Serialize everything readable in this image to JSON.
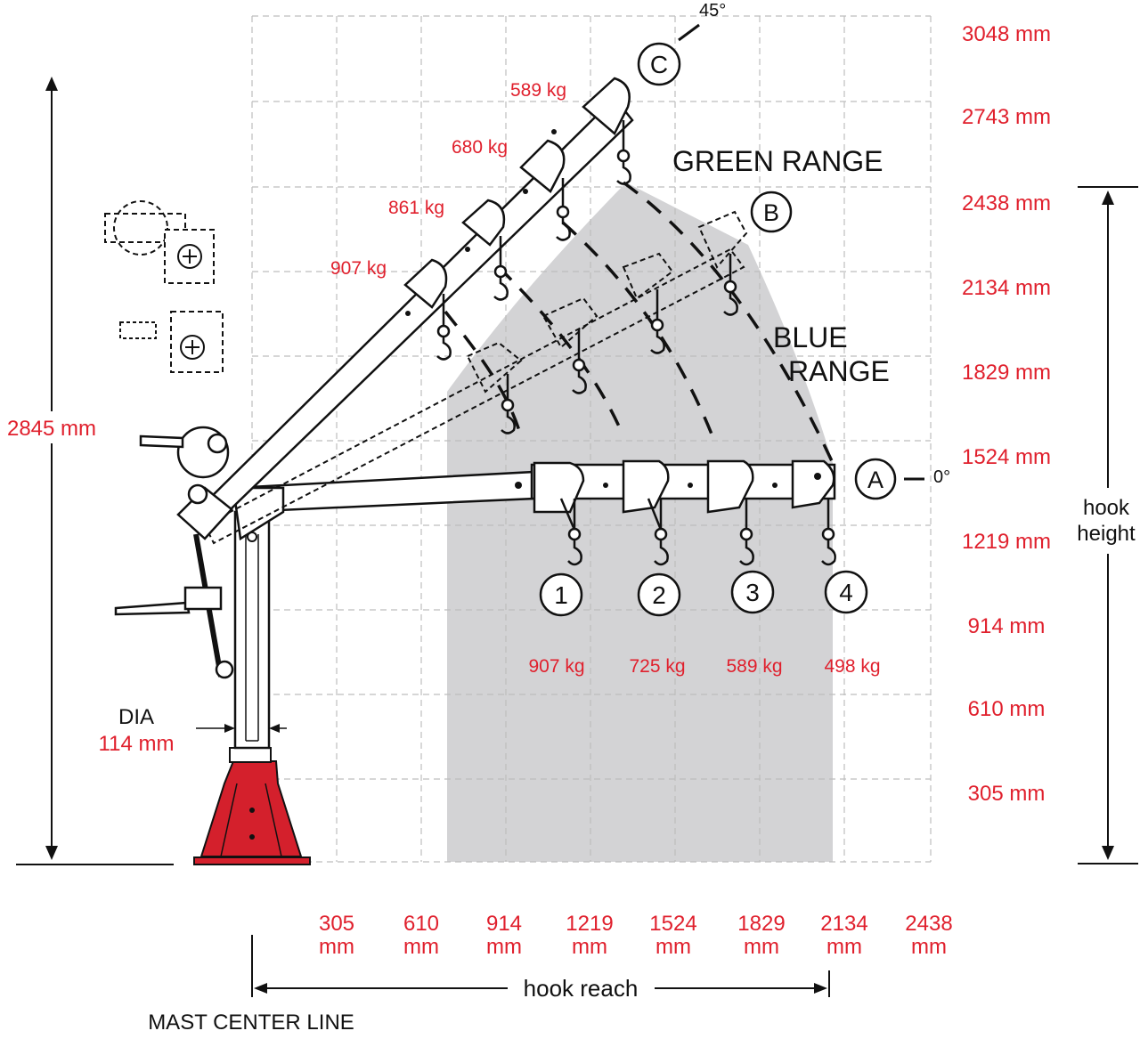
{
  "height_labels": [
    "3048 mm",
    "2743 mm",
    "2438 mm",
    "2134 mm",
    "1829 mm",
    "1524 mm",
    "1219 mm",
    "914 mm",
    "610 mm",
    "305 mm"
  ],
  "reach_labels": [
    {
      "value": "305",
      "unit": "mm"
    },
    {
      "value": "610",
      "unit": "mm"
    },
    {
      "value": "914",
      "unit": "mm"
    },
    {
      "value": "1219",
      "unit": "mm"
    },
    {
      "value": "1524",
      "unit": "mm"
    },
    {
      "value": "1829",
      "unit": "mm"
    },
    {
      "value": "2134",
      "unit": "mm"
    },
    {
      "value": "2438",
      "unit": "mm"
    }
  ],
  "angles": {
    "top": "45°",
    "horizontal": "0°"
  },
  "positions": {
    "a": "A",
    "b": "B",
    "c": "C"
  },
  "ranges": {
    "green": "GREEN RANGE",
    "blue_line1": "BLUE",
    "blue_line2": "RANGE"
  },
  "boom_capacities": [
    "589 kg",
    "680 kg",
    "861 kg",
    "907 kg"
  ],
  "hook_positions": [
    {
      "number": "1",
      "capacity": "907 kg"
    },
    {
      "number": "2",
      "capacity": "725 kg"
    },
    {
      "number": "3",
      "capacity": "589 kg"
    },
    {
      "number": "4",
      "capacity": "498 kg"
    }
  ],
  "dimensions": {
    "overall_height": "2845 mm",
    "dia_label": "DIA",
    "dia_value": "114 mm",
    "hook_height_line1": "hook",
    "hook_height_line2": "height",
    "hook_reach": "hook reach",
    "mast_center_line": "MAST CENTER LINE"
  },
  "colors": {
    "accent_red": "#e0202d",
    "base_red": "#d4202c",
    "range_gray": "#d3d3d5",
    "grid": "#bdbdbd"
  }
}
